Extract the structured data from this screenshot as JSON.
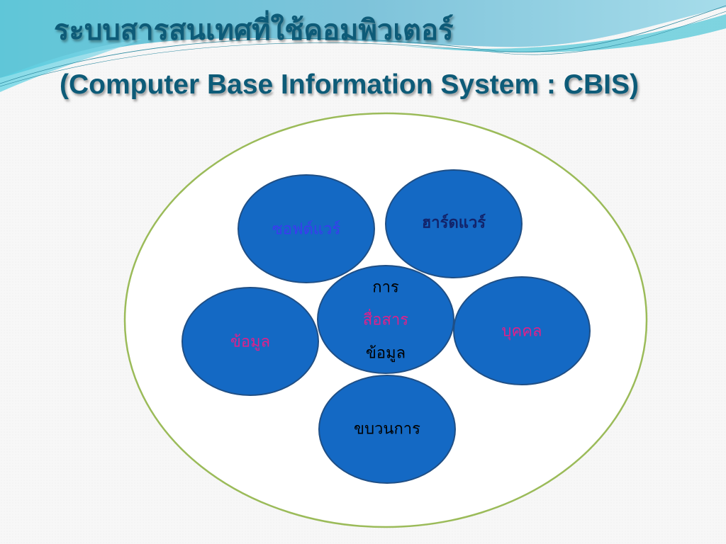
{
  "slide": {
    "title_thai": "ระบบสารสนเทศที่ใช้คอมพิวเตอร์",
    "title_english": "(Computer Base Information System : CBIS)"
  },
  "colors": {
    "title": "#0d5b78",
    "outer_ellipse_stroke": "#9bbb59",
    "node_fill": "#1469c4",
    "node_stroke": "#1f4f86",
    "label_blue": "#3b3bf0",
    "label_darkblue": "#12246b",
    "label_magenta": "#e0208a",
    "label_black": "#000000"
  },
  "diagram": {
    "outer_label": "",
    "nodes": {
      "software": "ซอฟต์แวร์",
      "hardware": "ฮาร์ดแวร์",
      "data": "ข้อมูล",
      "people": "บุคคล",
      "procedure": "ขบวนการ",
      "communication_line1": "การ",
      "communication_line2": "สื่อสาร",
      "communication_line3": "ข้อมูล"
    }
  }
}
